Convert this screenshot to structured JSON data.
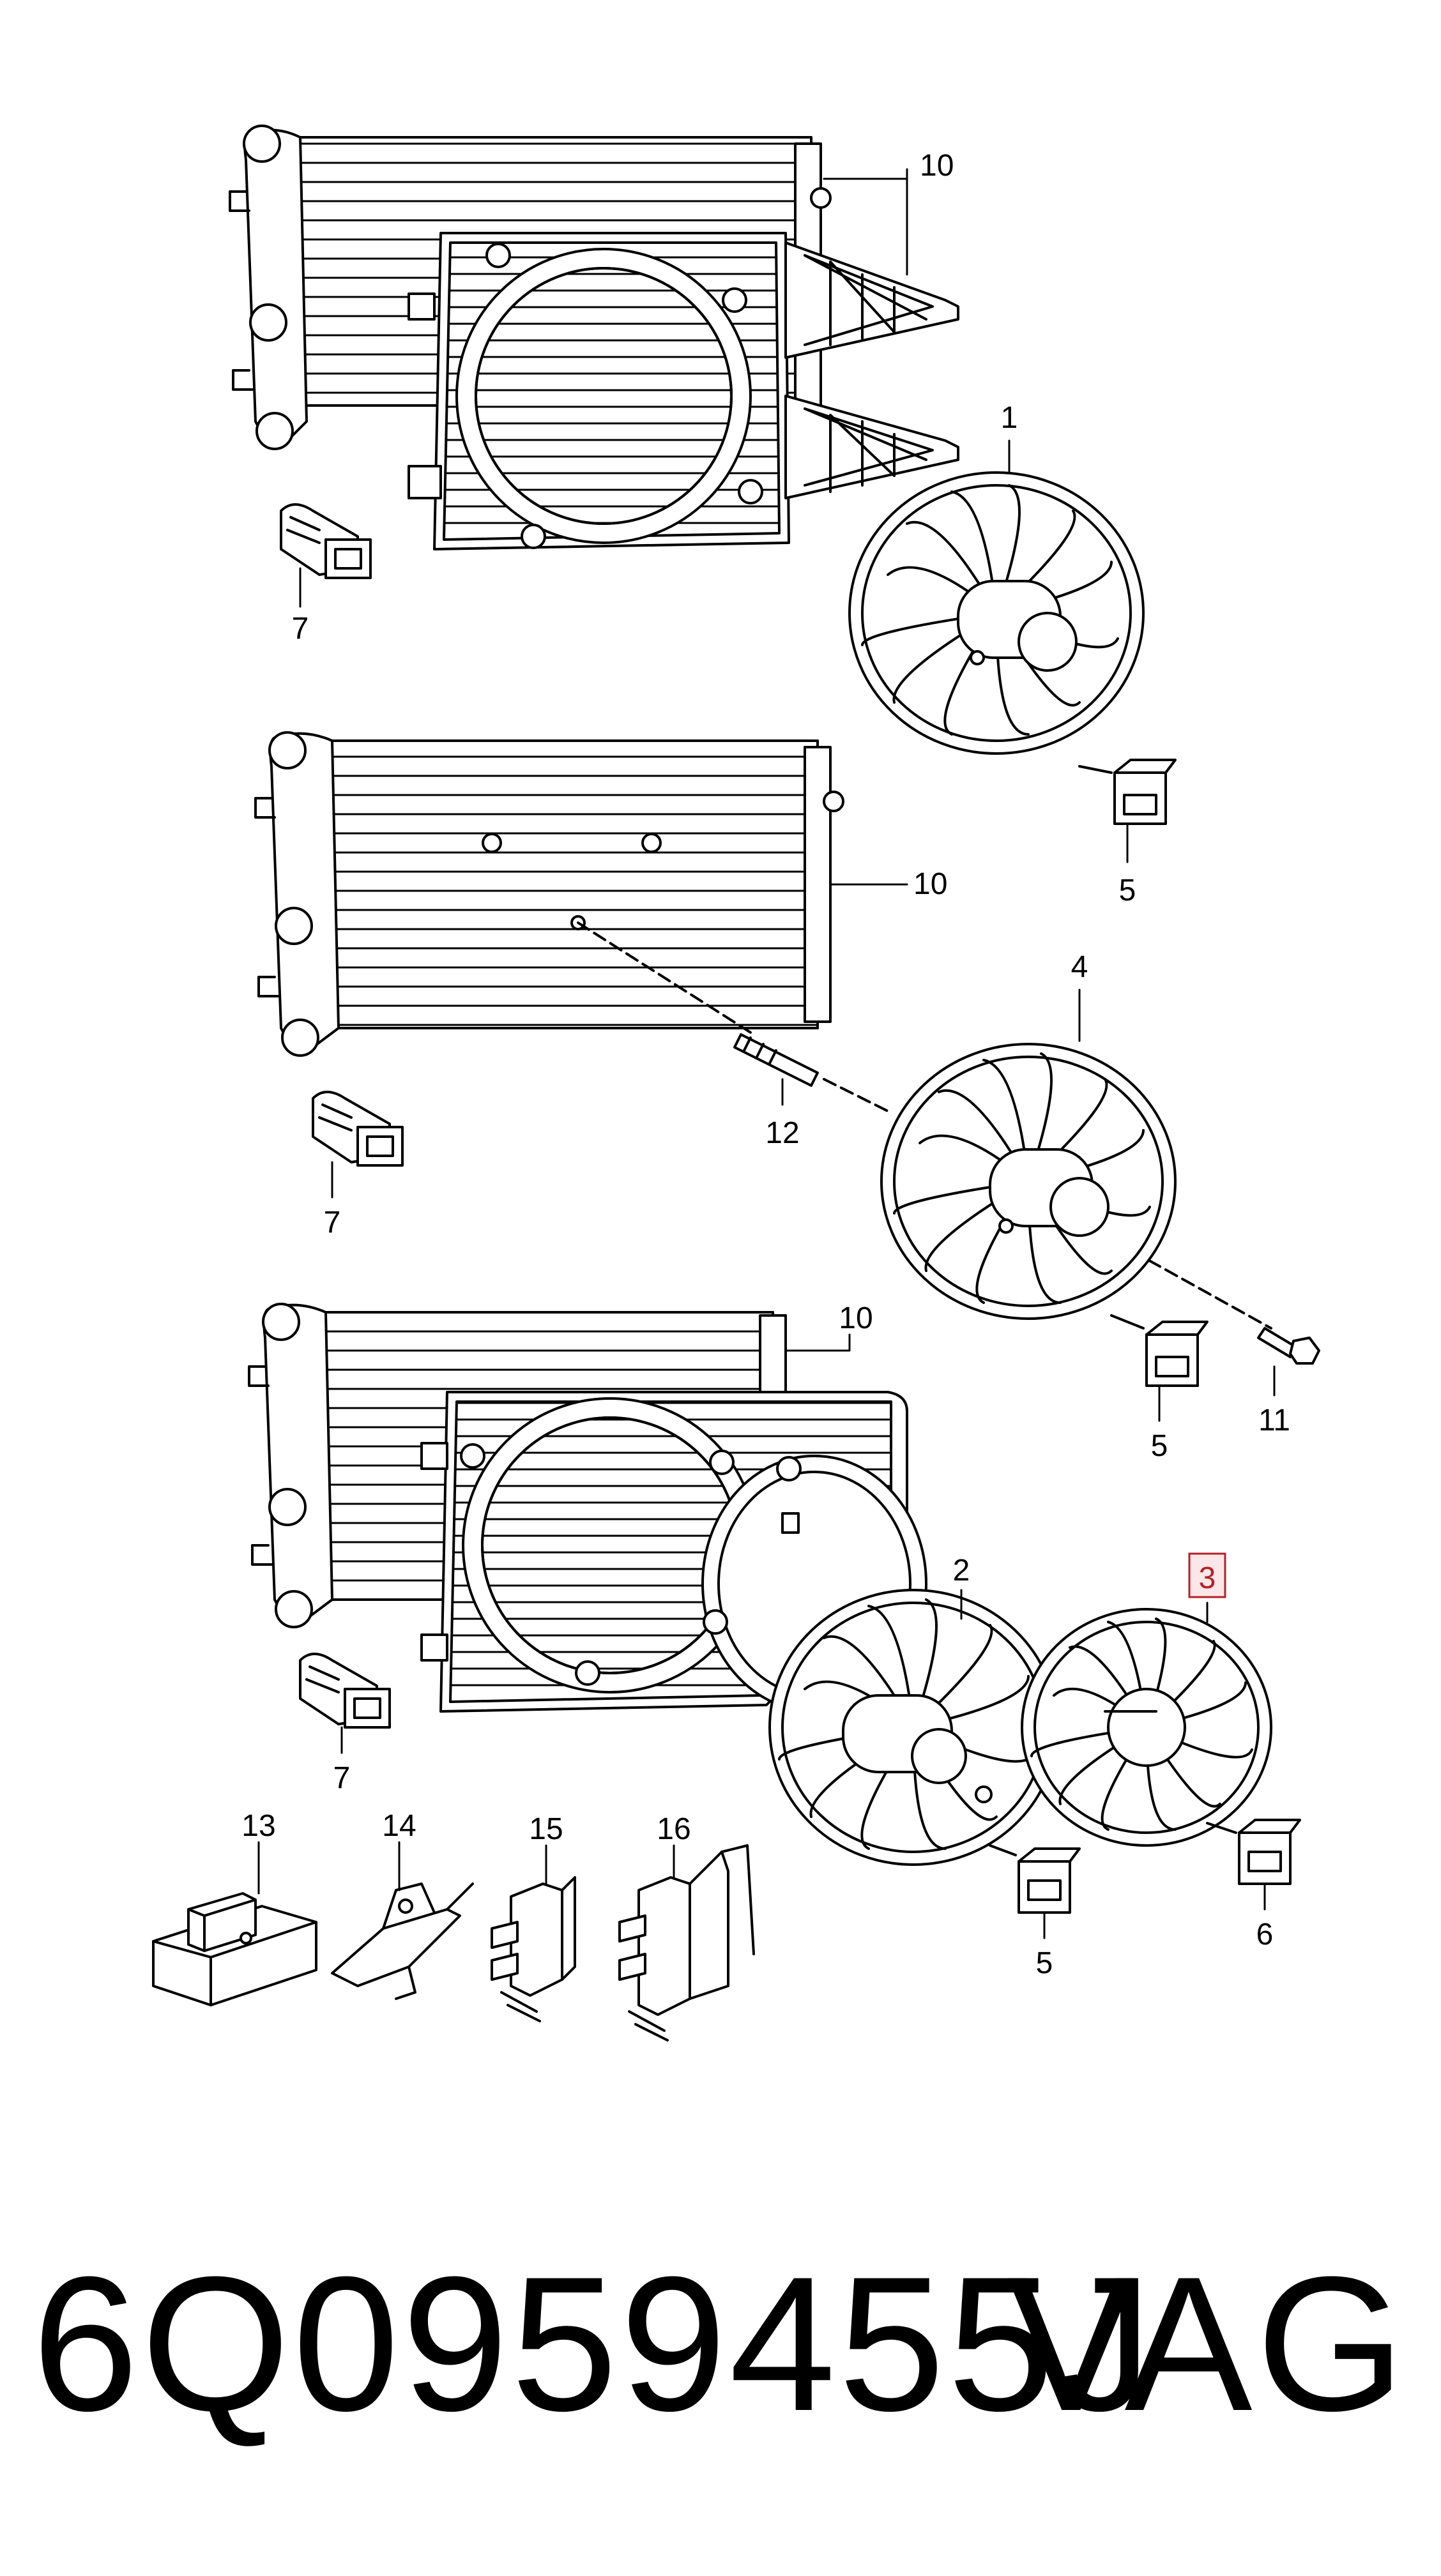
{
  "labels": {
    "l1": "1",
    "l2": "2",
    "l3": "3",
    "l4": "4",
    "l5a": "5",
    "l5b": "5",
    "l5c": "5",
    "l6": "6",
    "l7a": "7",
    "l7b": "7",
    "l7c": "7",
    "l10a": "10",
    "l10b": "10",
    "l10c": "10",
    "l11": "11",
    "l12": "12",
    "l13": "13",
    "l14": "14",
    "l15": "15",
    "l16": "16"
  },
  "footer": {
    "part_number": "6Q0959455J",
    "brand": "VAG"
  },
  "colors": {
    "line": "#000000",
    "highlight": "#b42028",
    "highlight_fill": "#fbe6e8"
  }
}
